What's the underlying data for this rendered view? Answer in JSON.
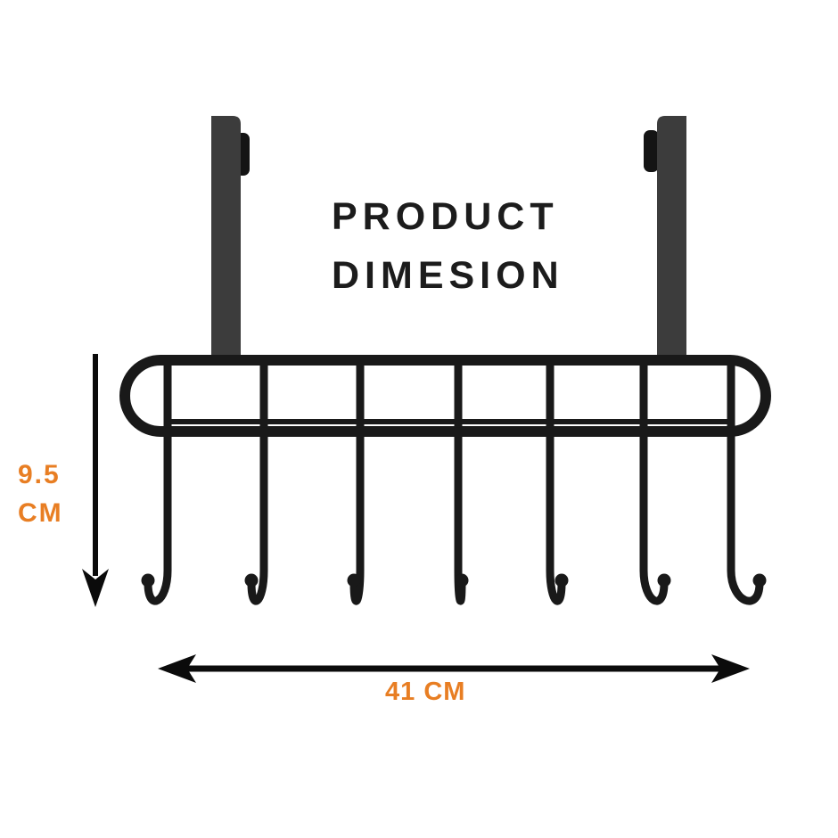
{
  "page": {
    "background": "#ffffff",
    "title_lines": [
      "PRODUCT",
      "DIMESION"
    ]
  },
  "colors": {
    "accent_orange": "#E87E23",
    "metal_black": "#191919",
    "bracket_gray": "#3C3C3C",
    "title_text": "#1C1C1C"
  },
  "dimensions": {
    "height": {
      "value": "9.5",
      "unit": "CM",
      "label": "9.5 CM"
    },
    "width": {
      "value": "41",
      "unit": "CM",
      "label": "41 CM"
    }
  },
  "product": {
    "name": "over-door hook rack",
    "hook_count": 7,
    "hook_xs": [
      188,
      296,
      404,
      514,
      617,
      722,
      820
    ],
    "hook_tip_dx": [
      -22,
      -14,
      -7,
      4,
      13,
      23,
      32
    ]
  }
}
